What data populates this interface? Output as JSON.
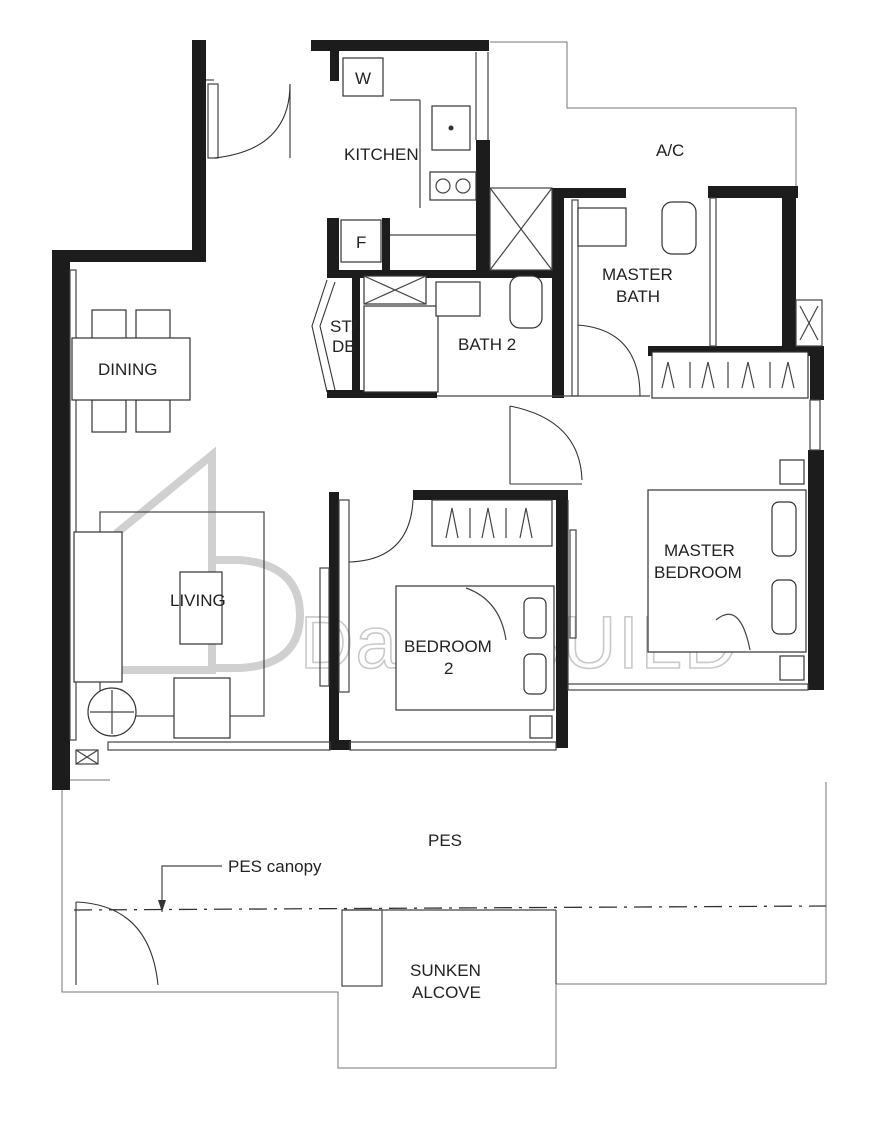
{
  "rooms": {
    "kitchen": "KITCHEN",
    "ac": "A/C",
    "master_bath_1": "MASTER",
    "master_bath_2": "BATH",
    "store_1": "ST/",
    "store_2": "DB",
    "bath2": "BATH 2",
    "dining": "DINING",
    "living": "LIVING",
    "bedroom2_1": "BEDROOM",
    "bedroom2_2": "2",
    "master_bedroom_1": "MASTER",
    "master_bedroom_2": "BEDROOM",
    "pes": "PES",
    "pes_canopy": "PES canopy",
    "sunken_1": "SUNKEN",
    "sunken_2": "ALCOVE"
  },
  "appliances": {
    "washer": "W",
    "fridge": "F"
  },
  "watermark": "Dattri.BUILD"
}
